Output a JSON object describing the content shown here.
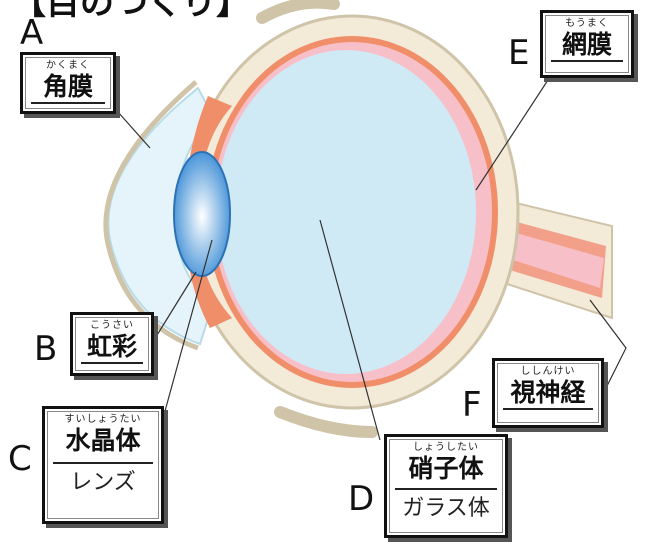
{
  "title": "【目のつくり】",
  "labels": {
    "A": {
      "letter": "A",
      "ruby": "かくまく",
      "term": "角膜"
    },
    "B": {
      "letter": "B",
      "ruby": "こうさい",
      "term": "虹彩"
    },
    "C": {
      "letter": "C",
      "ruby": "すいしょうたい",
      "term": "水晶体",
      "sub": "レンズ"
    },
    "D": {
      "letter": "D",
      "ruby": "しょうしたい",
      "term": "硝子体",
      "sub": "ガラス体"
    },
    "E": {
      "letter": "E",
      "ruby": "もうまく",
      "term": "網膜"
    },
    "F": {
      "letter": "F",
      "ruby": "ししんけい",
      "term": "視神経"
    }
  },
  "colors": {
    "sclera": "#f3ead8",
    "sclera_edge": "#cfc3a8",
    "vitreous": "#cfe9f5",
    "cornea": "#e4f4fa",
    "retina": "#f7bfc8",
    "choroid": "#f08e6a",
    "lens_center": "#ffffff",
    "lens_edge": "#3f8fd6",
    "nerve": "#f2a08a"
  }
}
